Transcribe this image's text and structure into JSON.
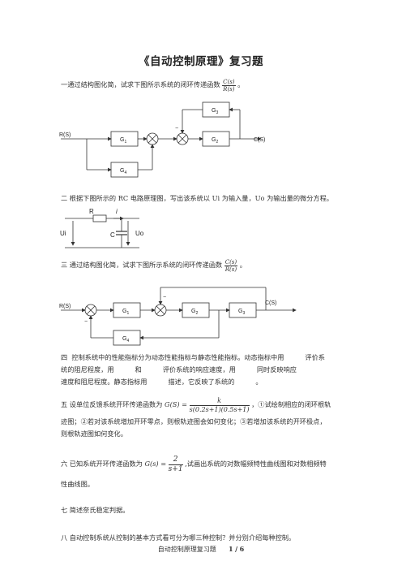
{
  "title": "《自动控制原理》复习题",
  "q1": {
    "text": "一通过结构图化简，试求下图所示系统的闭环传递函数",
    "frac_num": "C(s)",
    "frac_den": "R(s)",
    "end": "。"
  },
  "d1": {
    "in": "R(S)",
    "out": "C(S)",
    "g1": "G",
    "g1s": "1",
    "g2": "G",
    "g2s": "2",
    "g3": "G",
    "g3s": "3",
    "g4": "G",
    "g4s": "4",
    "minus": "−"
  },
  "q2": {
    "text": "二  根据下图所示的 RC 电路原理图，写出该系统以 Ui 为输入量，Uo 为输出量的微分方程。"
  },
  "rc": {
    "r": "R",
    "i": "i",
    "c": "C",
    "ui": "Ui",
    "uo": "Uo"
  },
  "q3": {
    "text": "三  通过结构图化简，试求下图所示系统的闭环传递函数",
    "frac_num": "C(s)",
    "frac_den": "R(s)",
    "end": "。"
  },
  "d3": {
    "in": "R(S)",
    "out": "C(S)",
    "g1": "G",
    "g1s": "1",
    "g2": "G",
    "g2s": "2",
    "g3": "G",
    "g3s": "3",
    "g4": "G",
    "g4s": "4",
    "minus": "−"
  },
  "q4": {
    "line1": "四  控制系统中的性能指标分为动态性能指标与静态性能指标。动态指标中用          评价系",
    "line2": "统的阻尼程度，用          和          评价系统的响应速度，用          同时反映响应",
    "line3": "速度和阻尼程度。静态指标用          描述，它反映了系统的          。"
  },
  "q5": {
    "prefix": "五  设单位反馈系统开环传递函数为",
    "g": "G(S) =",
    "num": "k",
    "den": "s(0.2s+1)(0.5s+1)",
    "after": "，①试绘制相应的闭环根轨",
    "line2": "迹图；②若对该系统增加开环零点，则根轨迹图会如何变化；③若增加该系统的开环极点，",
    "line3": "则根轨迹图如何变化。"
  },
  "q6": {
    "prefix": "六  已知系统开环传递函数为",
    "g": "G(s) =",
    "num": "2",
    "den": "s+1",
    "after": ",试画出系统的对数幅频特性曲线图和对数相频特",
    "line2": "性曲线图。"
  },
  "q7": {
    "text": "七  简述奈氏稳定判据。"
  },
  "q8": {
    "text": "八  自动控制系统从控制的基本方式看可分为哪三种控制？并分别介绍每种控制。"
  },
  "footer": {
    "label": "自动控制原理复习题",
    "page": "1",
    "sep": "/",
    "total": "6"
  }
}
